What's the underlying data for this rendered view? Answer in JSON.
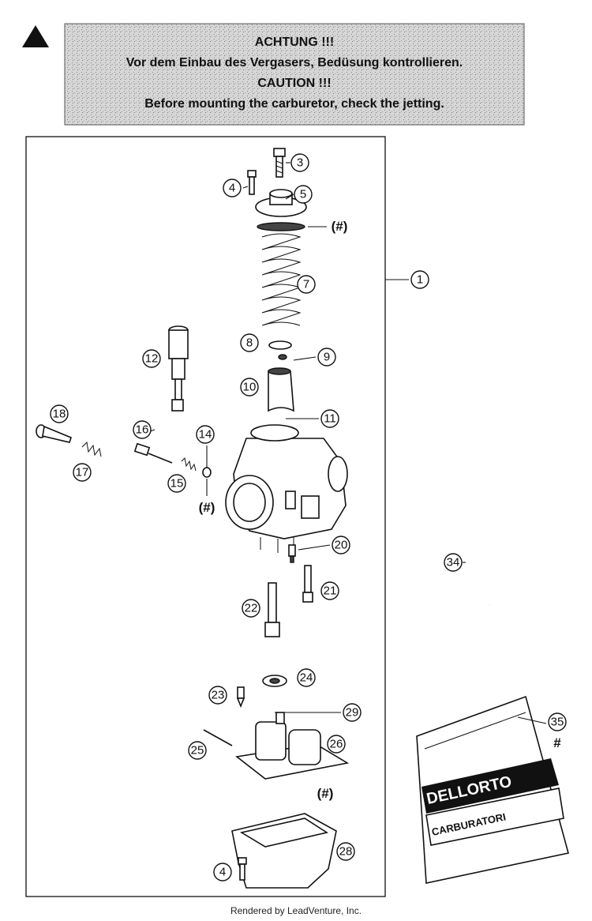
{
  "warning": {
    "lines": [
      "ACHTUNG !!!",
      "Vor dem Einbau des Vergasers, Bedüsung kontrollieren.",
      "CAUTION !!!",
      "Before mounting the carburetor, check the jetting."
    ],
    "icon": "warning-triangle-icon"
  },
  "callouts": [
    "1",
    "3",
    "4",
    "5",
    "7",
    "8",
    "9",
    "10",
    "11",
    "12",
    "14",
    "15",
    "16",
    "17",
    "18",
    "20",
    "21",
    "22",
    "23",
    "24",
    "25",
    "26",
    "28",
    "29",
    "34",
    "35",
    "4"
  ],
  "hash_labels": [
    "(#)",
    "(#)",
    "(#)",
    "#"
  ],
  "bag": {
    "brand": "DELLORTO",
    "line2": "CARBURATORI"
  },
  "footer": "Rendered by LeadVenture, Inc.",
  "colors": {
    "warning_bg": "#cfcfcf",
    "ink": "#111111"
  }
}
